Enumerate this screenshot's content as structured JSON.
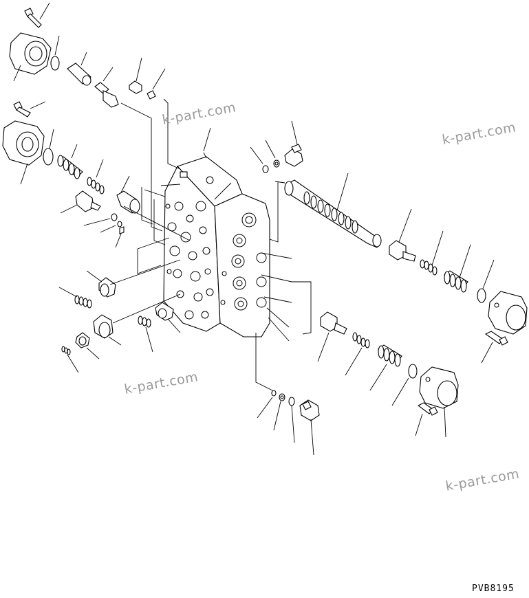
{
  "drawing": {
    "code": "PVB8195",
    "watermarks": [
      "k-part.com",
      "k-part.com",
      "k-part.com",
      "k-part.com"
    ]
  }
}
